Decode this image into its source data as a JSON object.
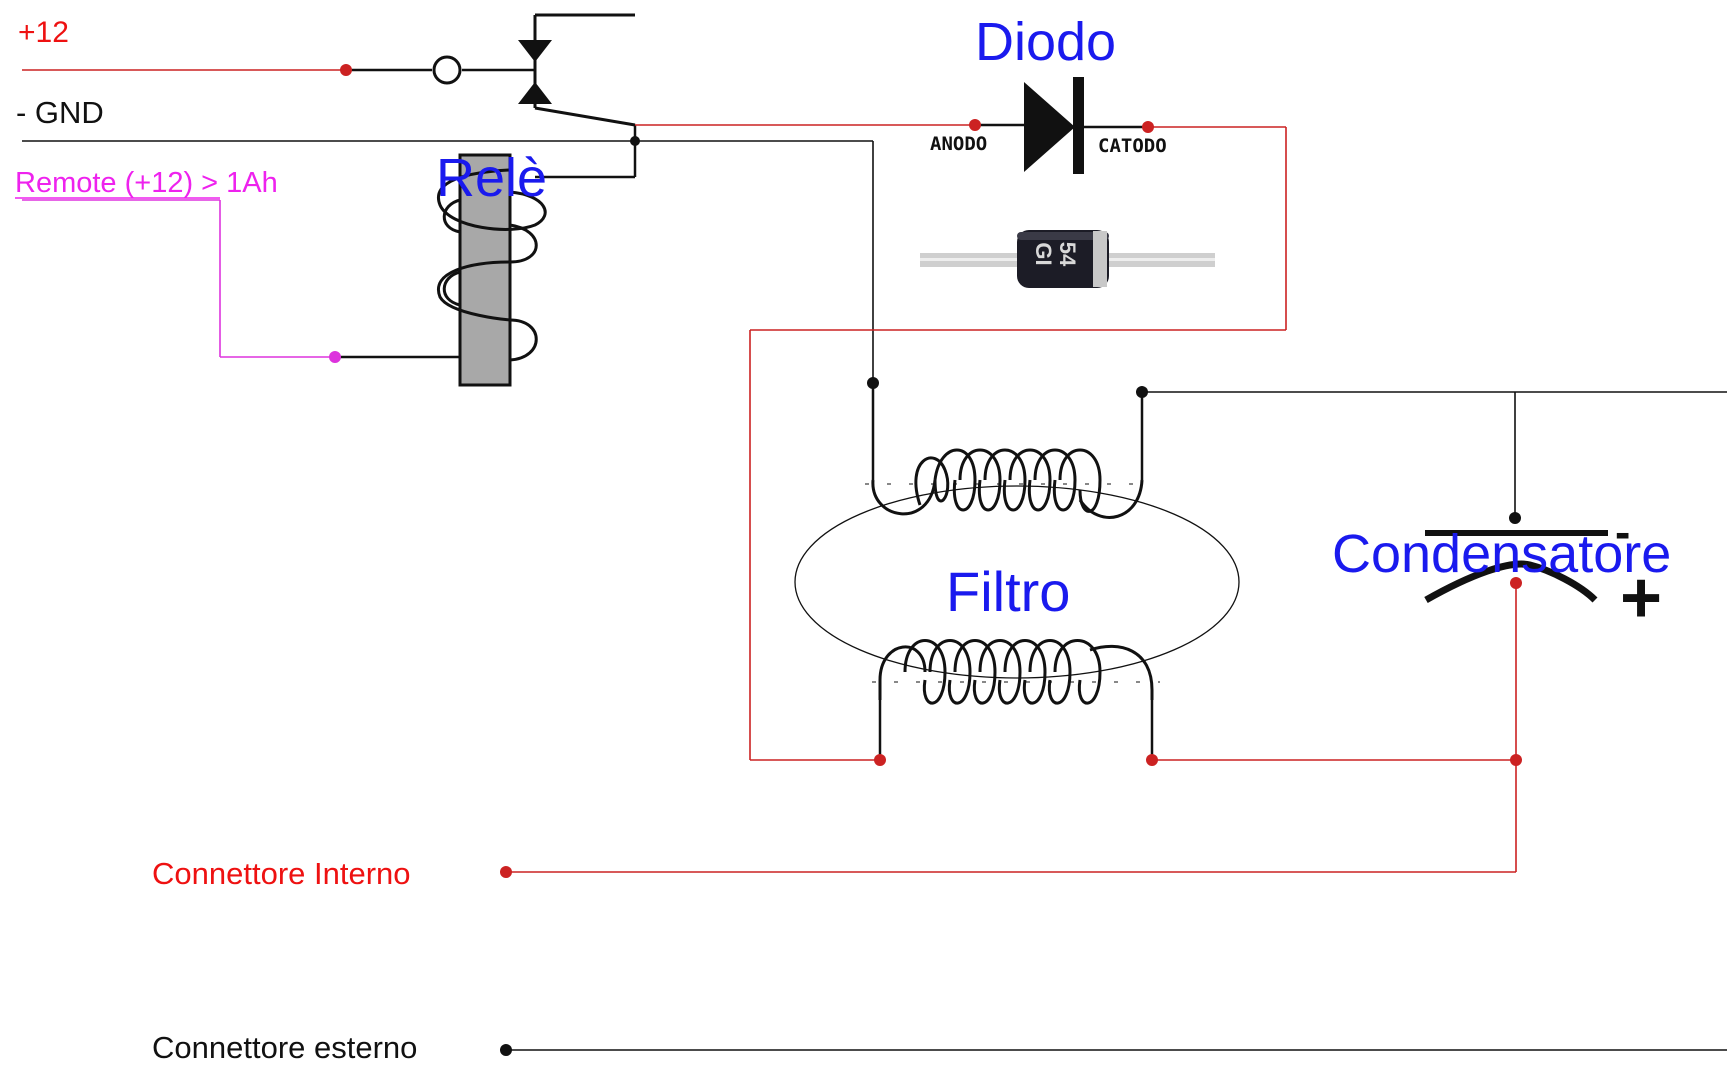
{
  "labels": {
    "plus12": "+12",
    "gnd": "- GND",
    "remote": "Remote (+12) > 1Ah",
    "rele": "Relè",
    "diodo": "Diodo",
    "anodo": "ANODO",
    "catodo": "CATODO",
    "diode_marking_1": "54",
    "diode_marking_2": "GI",
    "filtro": "Filtro",
    "condensatore": "Condensatore",
    "minus_sign": "-",
    "plus_sign": "+",
    "connettore_interno": "Connettore Interno",
    "connettore_esterno": "Connettore esterno"
  },
  "colors": {
    "red_wire": "#cc2222",
    "black_wire": "#111111",
    "magenta_wire": "#dd33dd",
    "blue_label": "#1a1aee",
    "red_label": "#ee1111",
    "magenta_label": "#ee22ee",
    "relay_core": "#a8a8a8"
  }
}
